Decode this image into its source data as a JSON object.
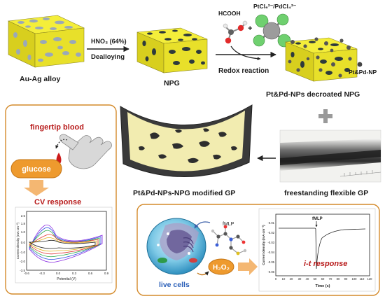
{
  "top_row": {
    "alloy_label": "Au-Ag alloy",
    "acid_label": "HNO₃ (64%)",
    "step1_label": "Dealloying",
    "npg_label": "NPG",
    "formic_label": "HCOOH",
    "metal_salt_label": "PtCl₆²⁻/PdCl₄²⁻",
    "step2_label": "Redox reaction",
    "particle_label": "Pt&Pd-NP",
    "decorated_label": "Pt&Pd-NPs decroated NPG"
  },
  "middle_row": {
    "modified_label": "Pt&Pd-NPs-NPG modified GP",
    "gp_label": "freestanding flexible GP"
  },
  "left_panel": {
    "blood_label": "fingertip blood",
    "glucose_label": "glucose",
    "response_label": "CV response",
    "cv_chart": {
      "ylabel": "Current density (mA cm⁻²)",
      "xlabel": "Potential (V)",
      "x_ticks": [
        "-0.6",
        "-0.3",
        "0.0",
        "0.3",
        "0.6",
        "0.9"
      ],
      "y_ticks": [
        "2.5",
        "1.8",
        "1.0",
        "0.0",
        "-1.0",
        "-2.0",
        "-3.5"
      ]
    }
  },
  "right_panel": {
    "stimulus_label": "fMLP",
    "cells_label": "live cells",
    "product_label": "H₂O₂",
    "response_label": "i-t  response",
    "it_chart": {
      "annotation": "fMLP",
      "ylabel": "Current density (mA cm⁻²)",
      "xlabel": "Time (s)",
      "x_ticks": [
        "0",
        "10",
        "20",
        "30",
        "40",
        "50",
        "60",
        "70",
        "80",
        "90",
        "100",
        "110",
        "120"
      ],
      "y_ticks": [
        "-0.01",
        "-0.02",
        "-0.03",
        "-0.04",
        "-0.05",
        "-0.06"
      ]
    }
  }
}
